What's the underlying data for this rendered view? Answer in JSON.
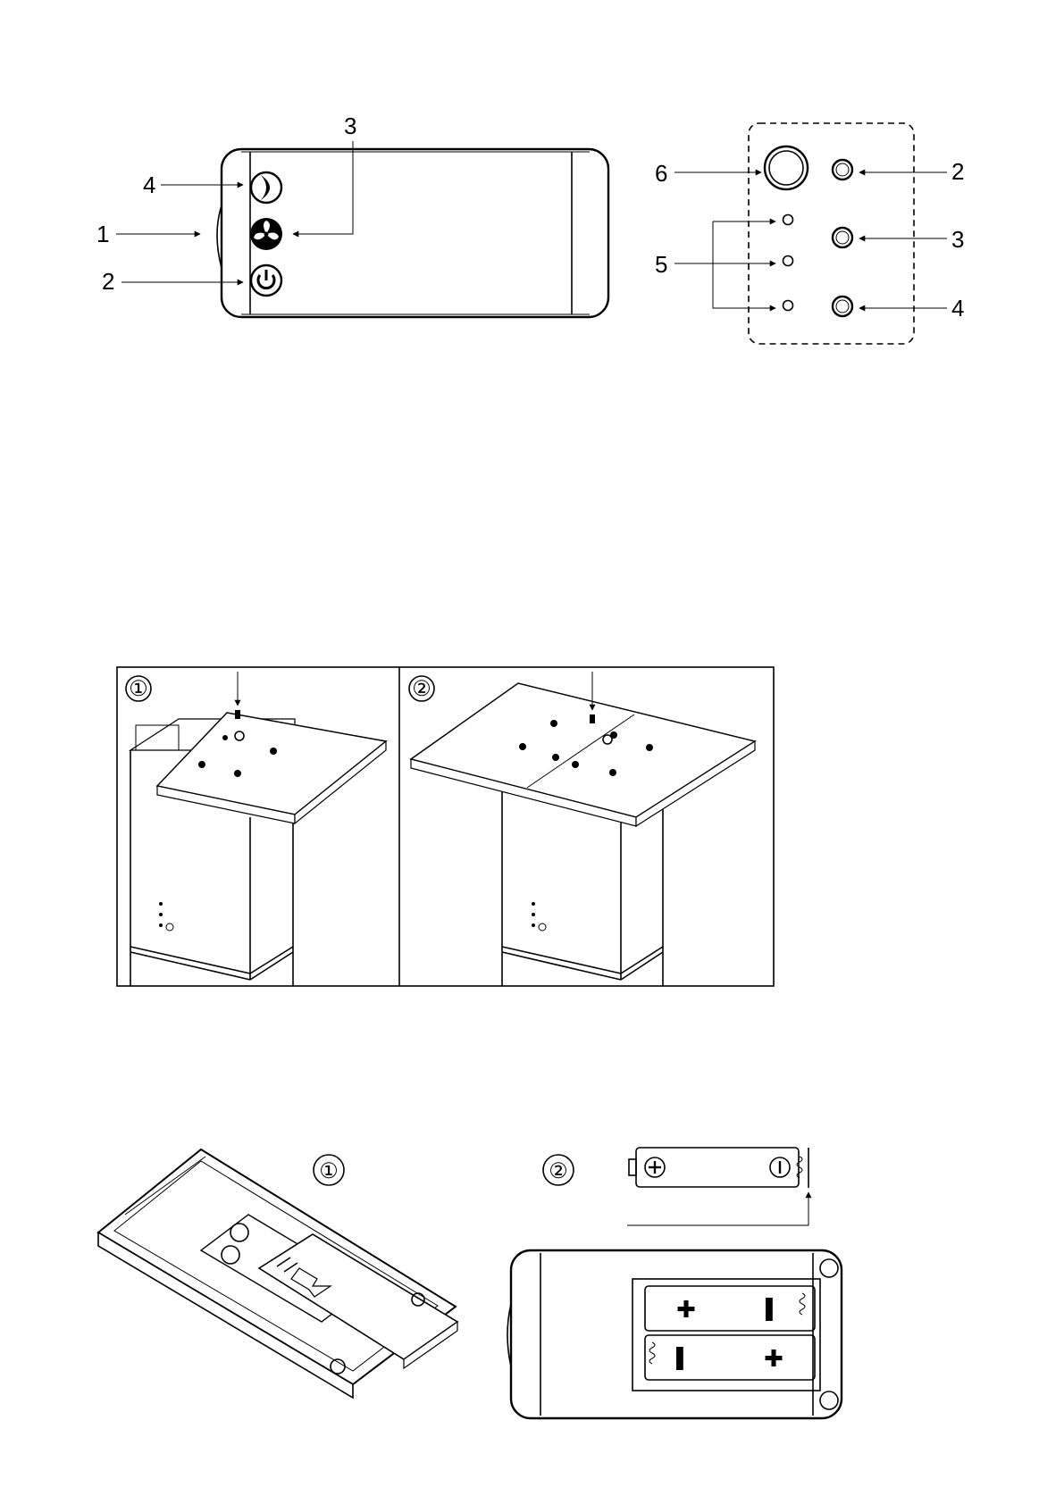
{
  "remote_callouts": {
    "left": {
      "n1": "1",
      "n2": "2",
      "n3": "3",
      "n4": "4"
    },
    "right": {
      "n2": "2",
      "n3": "3",
      "n4": "4",
      "n5": "5",
      "n6": "6"
    }
  },
  "assembly_steps": {
    "step1": "①",
    "step2": "②"
  },
  "battery_steps": {
    "step1": "①",
    "step2": "②"
  },
  "battery_symbols": {
    "plus": "✚",
    "minus": "▬"
  }
}
